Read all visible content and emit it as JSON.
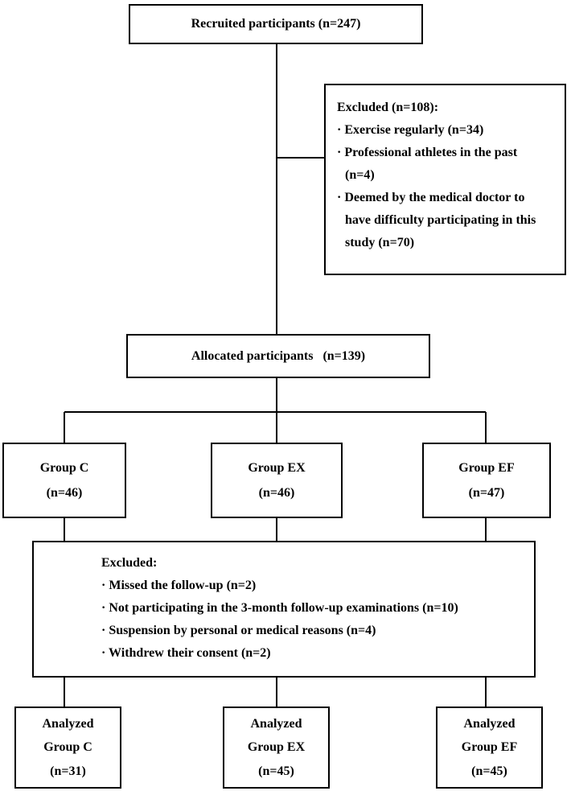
{
  "recruited": {
    "label": "Recruited participants (n=247)"
  },
  "excluded1": {
    "title": "Excluded (n=108):",
    "items": [
      "· Exercise regularly (n=34)",
      "· Professional athletes in the past",
      "(n=4)",
      "· Deemed by the medical doctor to",
      "have difficulty participating in this",
      "study (n=70)"
    ]
  },
  "allocated": {
    "label": "Allocated participants   (n=139)"
  },
  "groups": [
    {
      "name": "Group C",
      "n": "(n=46)"
    },
    {
      "name": "Group EX",
      "n": "(n=46)"
    },
    {
      "name": "Group EF",
      "n": "(n=47)"
    }
  ],
  "excluded2": {
    "title": "Excluded:",
    "items": [
      "· Missed the follow-up (n=2)",
      "· Not participating in the 3-month follow-up examinations (n=10)",
      "· Suspension by personal or medical reasons (n=4)",
      "· Withdrew their consent (n=2)"
    ]
  },
  "analyzed": [
    {
      "line1": "Analyzed",
      "line2": "Group C",
      "n": "(n=31)"
    },
    {
      "line1": "Analyzed",
      "line2": "Group EX",
      "n": "(n=45)"
    },
    {
      "line1": "Analyzed",
      "line2": "Group EF",
      "n": "(n=45)"
    }
  ]
}
